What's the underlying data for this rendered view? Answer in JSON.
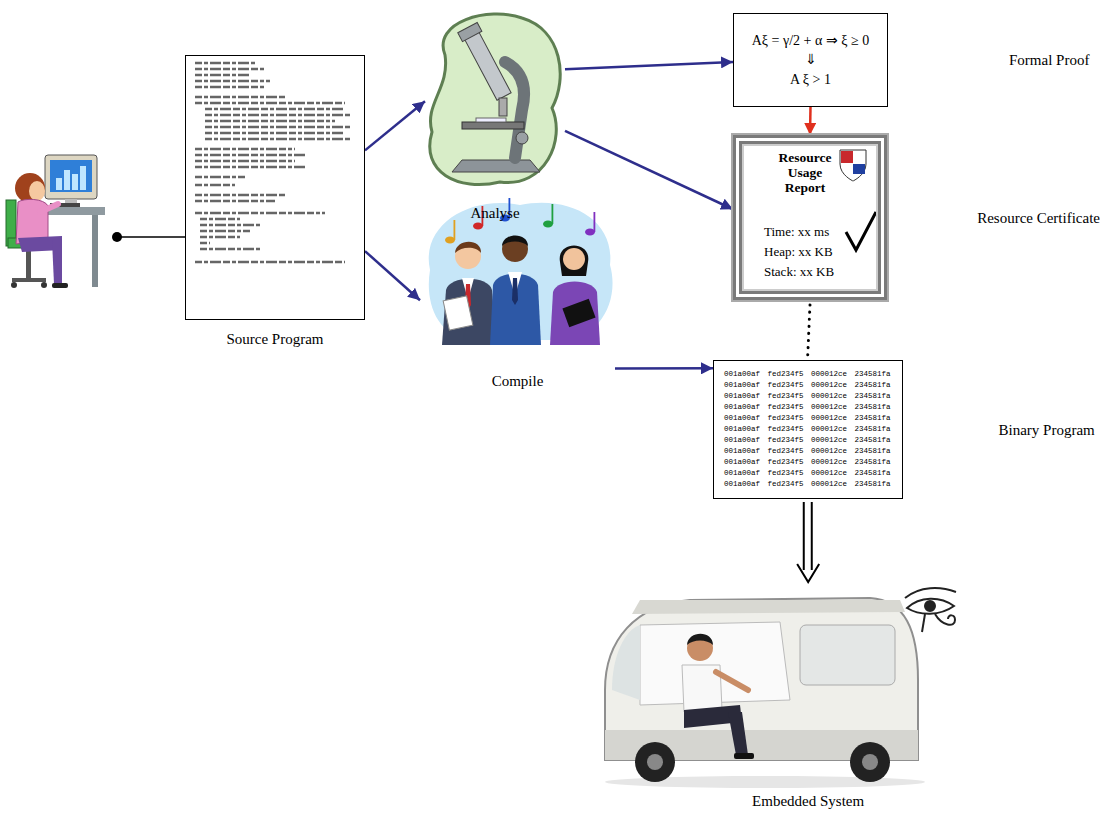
{
  "diagram": {
    "nodes": [
      {
        "text": [
          "Source Program"
        ]
      },
      {
        "text": [
          "Analyse"
        ]
      },
      {
        "text": [
          "Compile"
        ]
      },
      {
        "text": [
          "Aξ = γ/2 + α ⇒ ξ ≥ 0",
          "⇓",
          "A ξ > 1",
          "Formal Proof"
        ]
      },
      {
        "text": [
          "Resource Usage Report",
          "Time: xx ms",
          "Heap: xx KB",
          "Stack: xx KB",
          "Resource Certificate"
        ]
      },
      {
        "text": [
          "001a00af fed234f5 000012ce 234581fa 001a00af fed234f5 000012ce 234581fa 001a00af fed234f5 000012ce 234581fa 001a00af fed234f5 000012ce 234581fa 001a00af fed234f5 000012ce 234581fa 001a00af fed234f5 000012ce 234581fa 001a00af fed234f5 000012ce 234581fa 001a00af fed234f5 000012ce 234581fa 001a00af fed234f5 000012ce 234581fa 001a00af fed234f5 000012ce 234581fa 001a00af fed234f5 000012ce 234581fa",
          "Binary Program"
        ]
      },
      {
        "text": [
          "Embedded System"
        ]
      }
    ],
    "edges": [
      {
        "from": 0,
        "to": 1,
        "arrow": "to"
      },
      {
        "from": 0,
        "to": 2,
        "arrow": "to"
      },
      {
        "from": 1,
        "to": 3,
        "arrow": "to"
      },
      {
        "from": 1,
        "to": 4,
        "arrow": "to"
      },
      {
        "from": 3,
        "to": 4,
        "arrow": "to"
      },
      {
        "from": 2,
        "to": 5,
        "arrow": "to"
      },
      {
        "from": 4,
        "to": 5,
        "arrow": "none"
      },
      {
        "from": 5,
        "to": 6,
        "arrow": "to"
      }
    ]
  }
}
